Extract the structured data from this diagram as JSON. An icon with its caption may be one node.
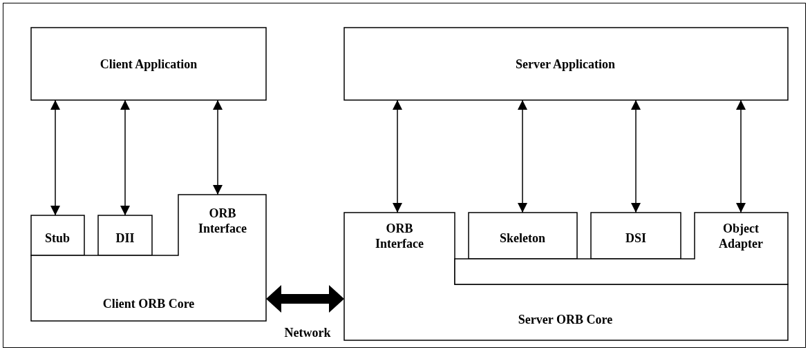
{
  "diagram": {
    "nodes": [
      {
        "text": [
          "Client Application"
        ]
      },
      {
        "text": [
          "Stub"
        ]
      },
      {
        "text": [
          "DII"
        ]
      },
      {
        "text": [
          "ORB Interface",
          "Client ORB Core"
        ]
      },
      {
        "text": [
          "Server Application"
        ]
      },
      {
        "text": [
          "ORB Interface",
          "Server ORB Core"
        ]
      },
      {
        "text": [
          "Skeleton"
        ]
      },
      {
        "text": [
          "DSI"
        ]
      },
      {
        "text": [
          "Object Adapter"
        ]
      }
    ],
    "edges": [
      {
        "from": 0,
        "to": 1,
        "arrow": "both"
      },
      {
        "from": 0,
        "to": 2,
        "arrow": "both"
      },
      {
        "from": 0,
        "to": 3,
        "arrow": "both"
      },
      {
        "from": 4,
        "to": 5,
        "arrow": "both"
      },
      {
        "from": 4,
        "to": 6,
        "arrow": "both"
      },
      {
        "from": 4,
        "to": 7,
        "arrow": "both"
      },
      {
        "from": 4,
        "to": 8,
        "arrow": "both"
      },
      {
        "from": 3,
        "to": 5,
        "arrow": "both",
        "style": "thick",
        "label": "Network"
      }
    ]
  }
}
